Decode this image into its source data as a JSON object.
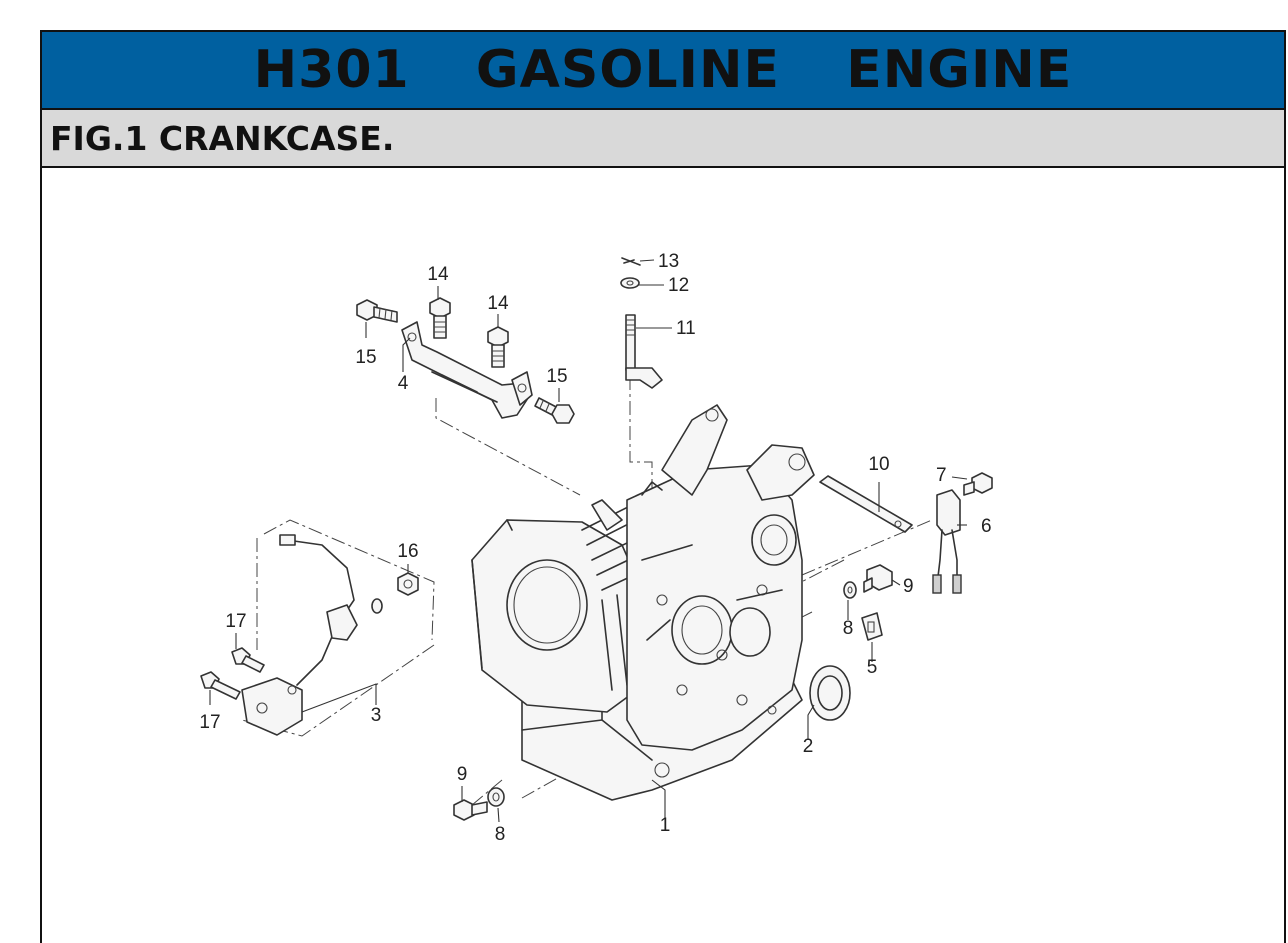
{
  "header": {
    "title": "H301  GASOLINE  ENGINE",
    "subtitle": "FIG.1 CRANKCASE."
  },
  "colors": {
    "header_background": "#0060A0",
    "subtitle_background": "#D9D9D9",
    "diagram_background": "#FFFFFF"
  },
  "diagram": {
    "callouts": {
      "crankcase": "1",
      "oil_seal": "2",
      "ignition_coil": "3",
      "bracket": "4",
      "oil_level_sensor_plug": "5",
      "oil_alert_unit": "6",
      "screw_oil_alert": "7",
      "washer_right": "8",
      "drain_plug_right": "9",
      "governor_plate": "10",
      "governor_shaft": "11",
      "washer_top": "12",
      "clip_top": "13",
      "bolt_bracket_left": "14",
      "bolt_bracket_right": "14",
      "bolt_bracket_side_left": "15",
      "bolt_bracket_side_right": "15",
      "nut_coil": "16",
      "bolt_coil_upper": "17",
      "bolt_coil_lower": "17",
      "drain_plug_bottom": "9",
      "washer_bottom": "8"
    }
  }
}
